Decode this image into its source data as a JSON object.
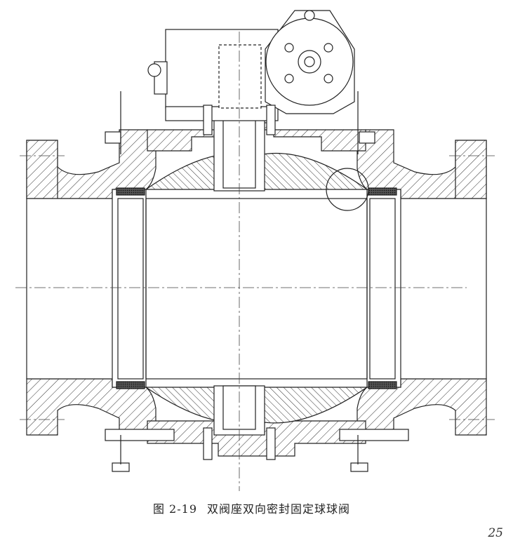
{
  "figure": {
    "number": "图 2-19",
    "title": "双阀座双向密封固定球球阀"
  },
  "page_number": "25",
  "drawing": {
    "subject": "trunnion-mounted-ball-valve-cross-section",
    "components": [
      "body",
      "flanges",
      "ball",
      "upper-stem",
      "lower-trunnion",
      "seat-rings",
      "gear-operator",
      "handwheel-adapter",
      "body-bolts"
    ]
  }
}
